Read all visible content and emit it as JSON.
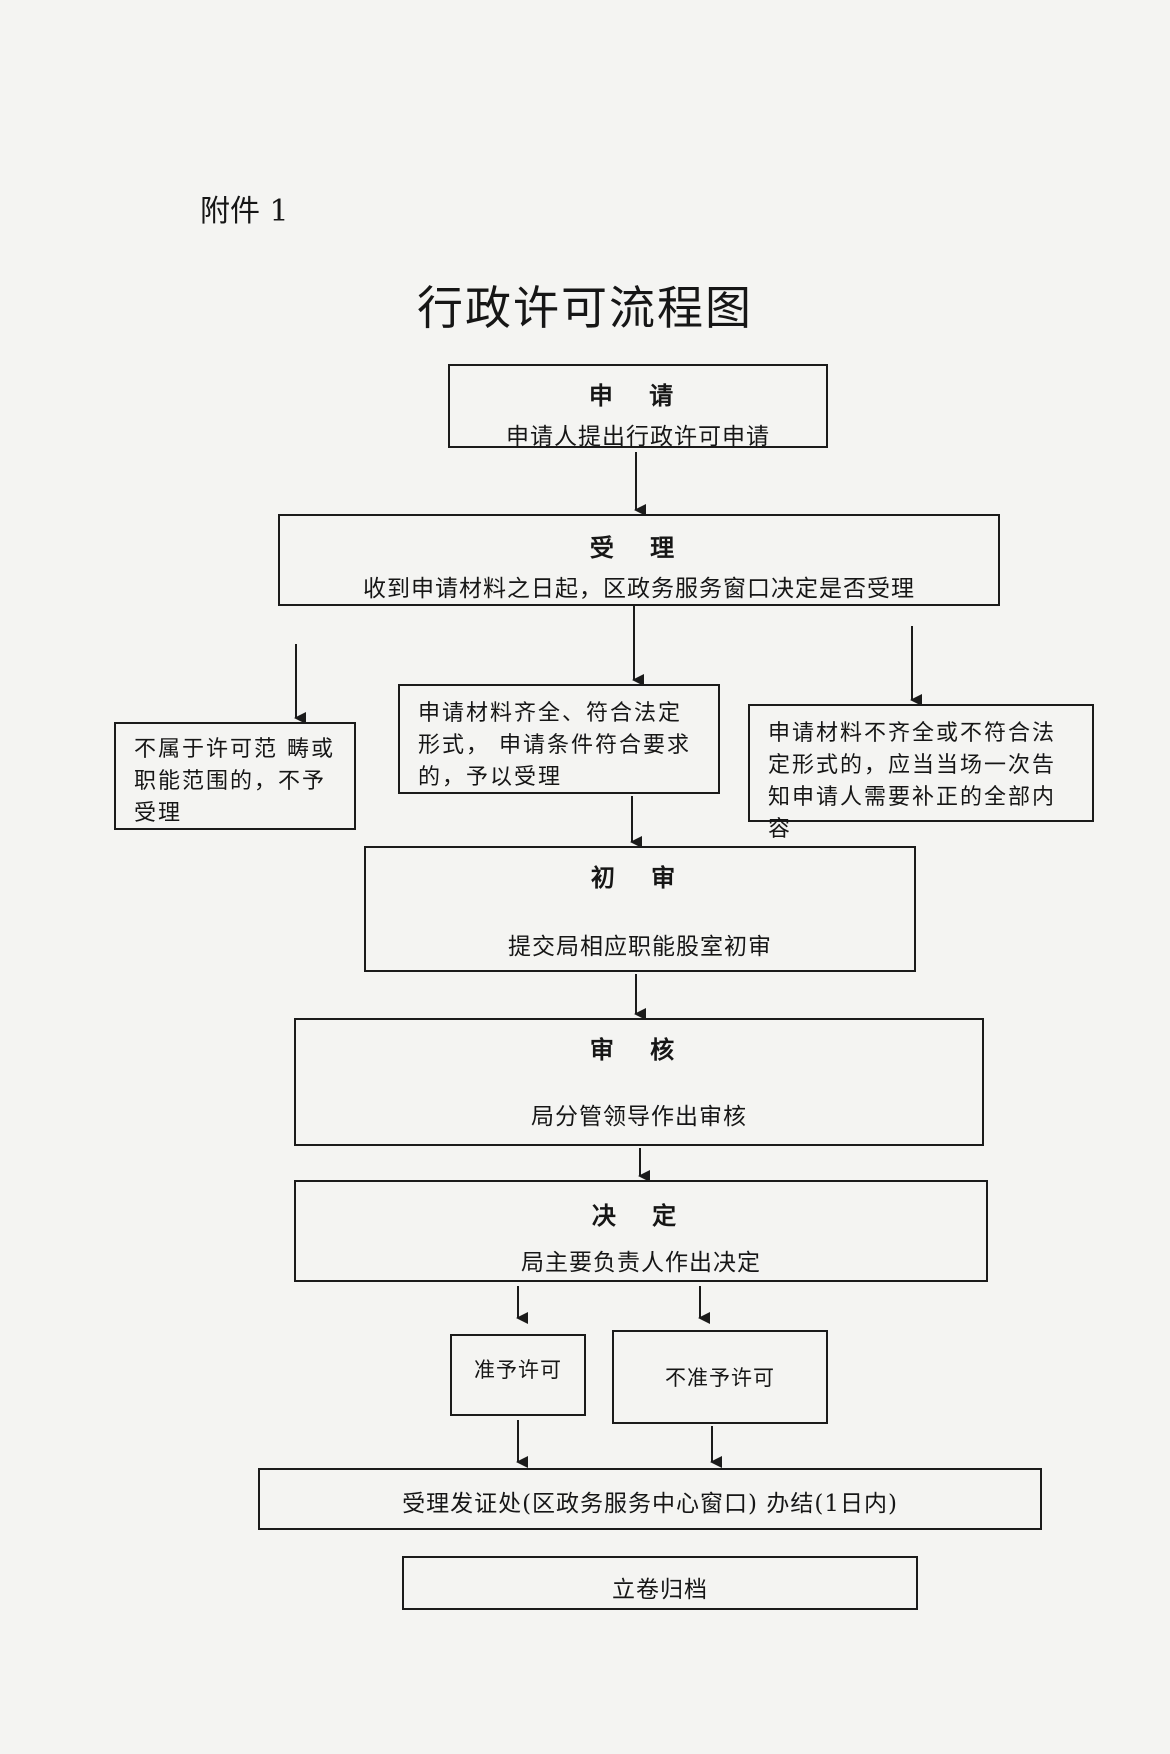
{
  "attachment_label": "附件 1",
  "title": "行政许可流程图",
  "steps": {
    "apply": {
      "title": "申 请",
      "text": "申请人提出行政许可申请"
    },
    "accept": {
      "title": "受 理",
      "text": "收到申请材料之日起，区政务服务窗口决定是否受理"
    },
    "not_in_scope": {
      "text": "不属于许可范 畴或职能范围的，不予受理"
    },
    "complete": {
      "text": "申请材料齐全、符合法定形式， 申请条件符合要求的，予以受理"
    },
    "incomplete": {
      "text": "申请材料不齐全或不符合法定形式的，应当当场一次告知申请人需要补正的全部内容"
    },
    "initial_review": {
      "title": "初 审",
      "text": "提交局相应职能股室初审"
    },
    "review": {
      "title": "审 核",
      "text": "局分管领导作出审核"
    },
    "decision": {
      "title": "决 定",
      "text": "局主要负责人作出决定"
    },
    "approve": {
      "text": "准予许可"
    },
    "reject": {
      "text": "不准予许可"
    },
    "issue": {
      "text": "受理发证处(区政务服务中心窗口) 办结(1日内)"
    },
    "archive": {
      "text": "立卷归档"
    }
  }
}
